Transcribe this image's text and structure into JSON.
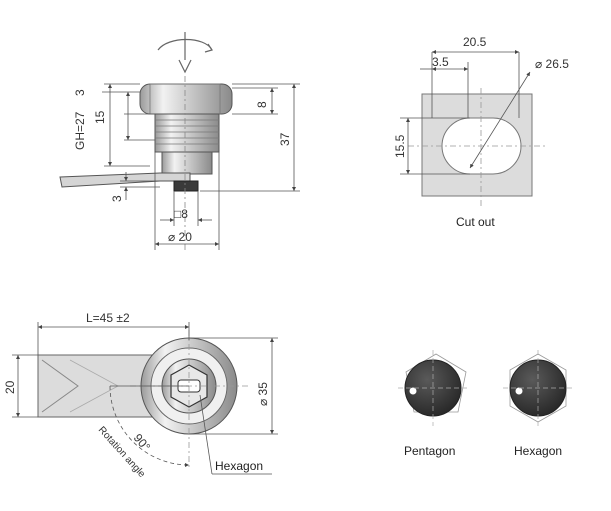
{
  "side_view": {
    "dim_gh": "GH=27",
    "dim_top": "3",
    "dim_mid": "15",
    "dim_8": "8",
    "dim_37": "37",
    "dim_bottom": "3",
    "dim_square": "□8",
    "dim_dia20": "⌀ 20"
  },
  "cutout_view": {
    "dim_20_5": "20.5",
    "dim_3_5": "3.5",
    "dim_dia26_5": "⌀ 26.5",
    "dim_15_5": "15.5",
    "caption": "Cut out"
  },
  "front_view": {
    "dim_length": "L=45 ±2",
    "dim_20": "20",
    "dim_dia35": "⌀ 35",
    "angle": "90°",
    "rotation_label": "Rotation angle",
    "hexagon_label": "Hexagon"
  },
  "variants": {
    "pentagon": "Pentagon",
    "hexagon": "Hexagon"
  },
  "colors": {
    "body": "#d9d9d9",
    "knob": "#3b3b3b",
    "line": "#555555"
  }
}
